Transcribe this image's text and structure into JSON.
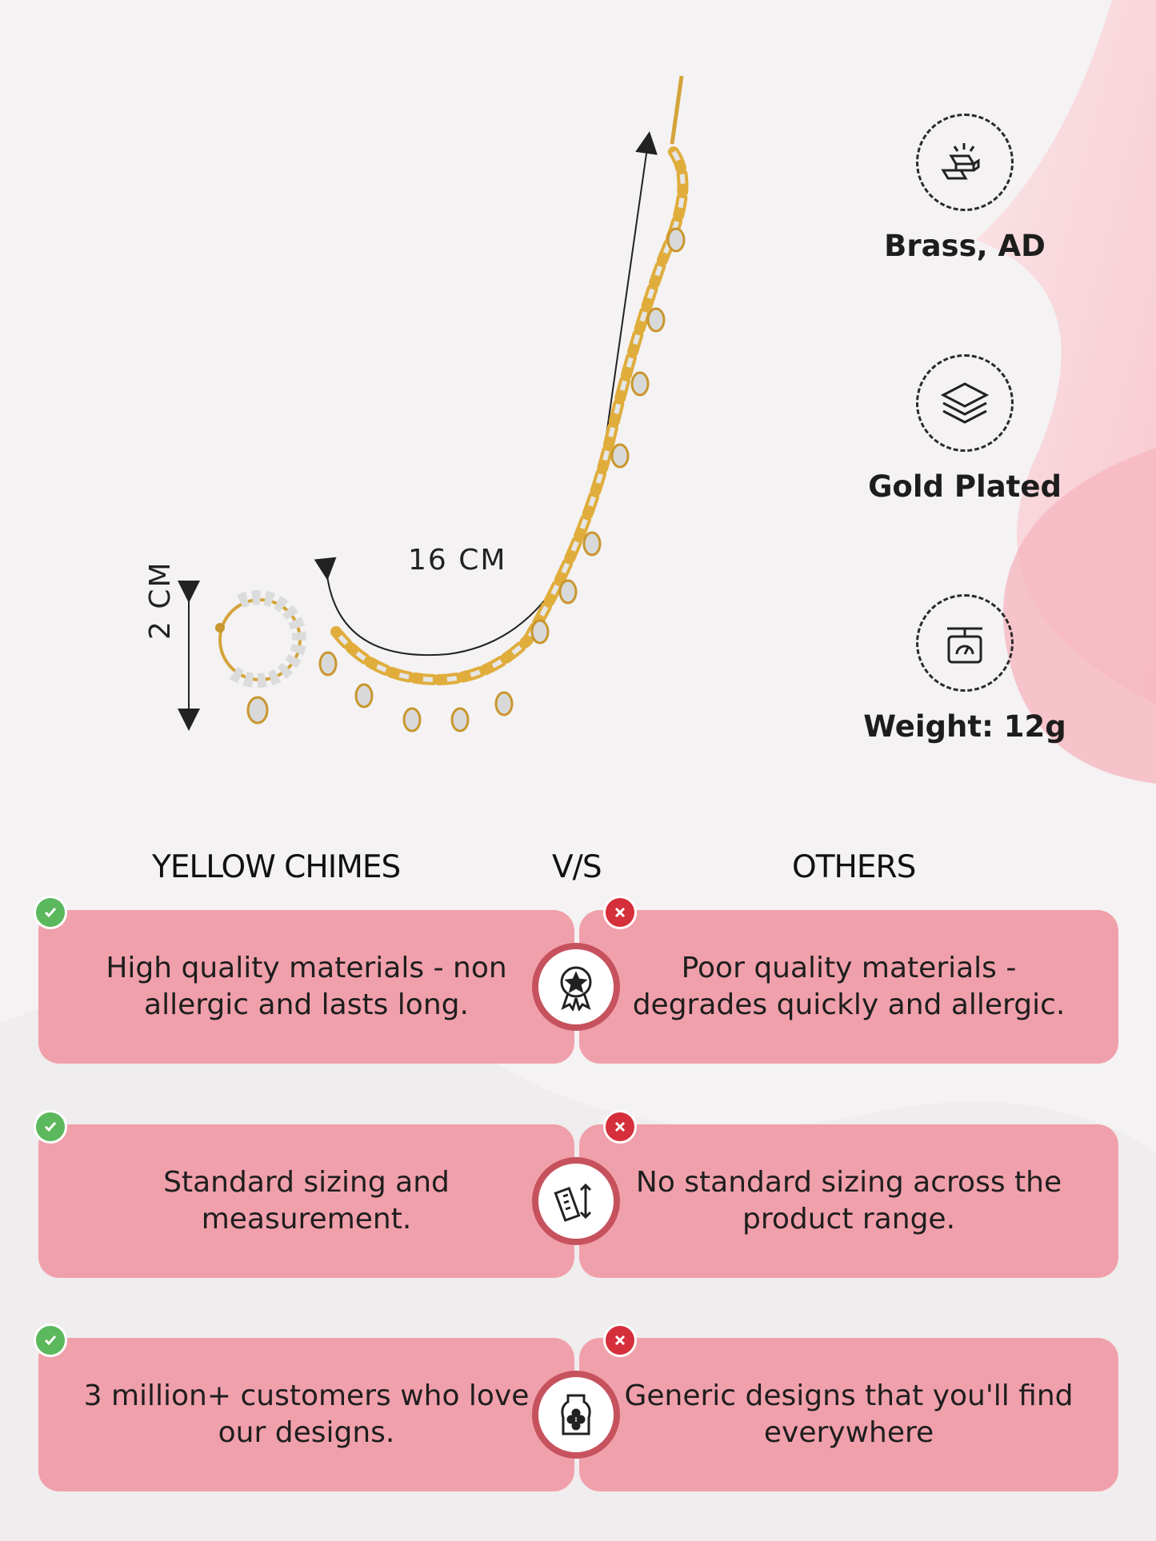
{
  "dimensions": {
    "length": "16 CM",
    "height": "2 CM"
  },
  "features": [
    {
      "icon": "gold-bars-icon",
      "label": "Brass, AD"
    },
    {
      "icon": "layers-icon",
      "label": "Gold Plated"
    },
    {
      "icon": "weighing-scale-icon",
      "label": "Weight: 12g"
    }
  ],
  "comparison": {
    "left_heading": "YELLOW CHIMES",
    "vs": "V/S",
    "right_heading": "OTHERS",
    "rows": [
      {
        "icon": "quality-badge-icon",
        "ours": "High quality materials - non allergic and lasts long.",
        "others": "Poor quality materials - degrades quickly and allergic."
      },
      {
        "icon": "ruler-icon",
        "ours": "Standard sizing and measurement.",
        "others": "No standard sizing across the product range."
      },
      {
        "icon": "jewelry-display-icon",
        "ours": "3 million+ customers who love our designs.",
        "others": "Generic designs that you'll find everywhere"
      }
    ]
  },
  "colors": {
    "panel": "#f0a0ab",
    "accent_ring": "#c6525d",
    "check": "#5cb85c",
    "cross": "#d62f3c"
  }
}
